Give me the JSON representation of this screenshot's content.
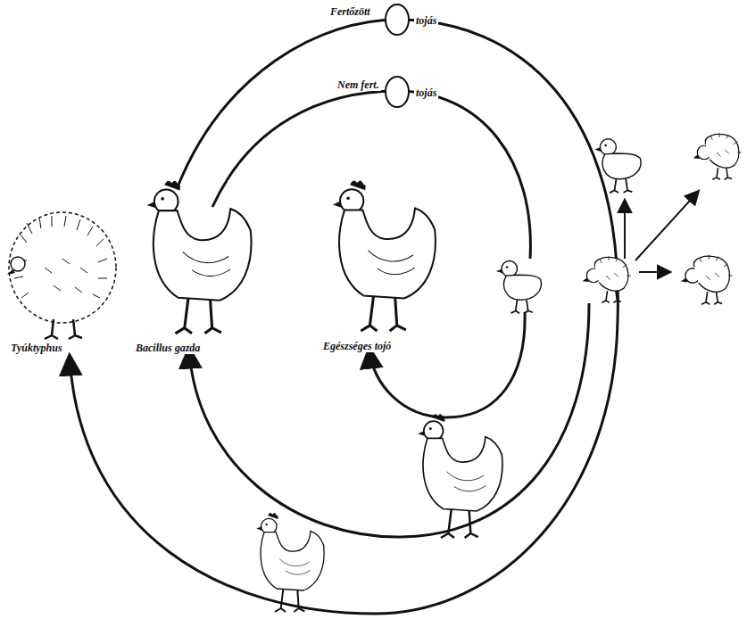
{
  "diagram": {
    "labels": [
      "Fertőzött",
      "tojás",
      "Nem fert.",
      "tojás",
      "Tyúktyphus",
      "Bacillus gazda",
      "Egészséges tojó"
    ]
  }
}
